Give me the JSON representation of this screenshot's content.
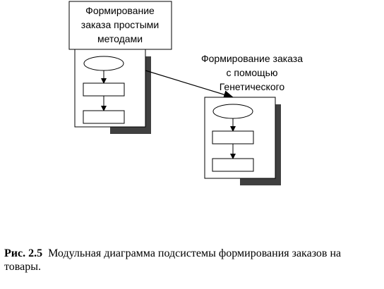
{
  "diagram": {
    "module1": {
      "title_lines": [
        "Формирование",
        "заказа простыми",
        "методами"
      ]
    },
    "module2": {
      "title_lines": [
        "Формирование заказа",
        "с помощью",
        "Генетического"
      ]
    }
  },
  "caption": {
    "number": "Рис. 2.5",
    "text": "Модульная диаграмма подсистемы формирования заказов на товары."
  },
  "colors": {
    "line": "#000000",
    "shadow": "#404040",
    "background": "#ffffff"
  }
}
